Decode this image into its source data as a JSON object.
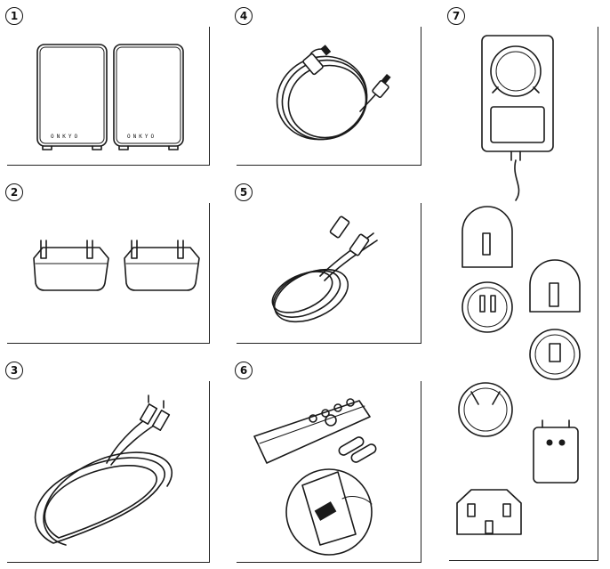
{
  "panels": [
    {
      "number": "1",
      "item": "speakers",
      "brand_text": "ONKYO"
    },
    {
      "number": "4",
      "item": "hdmi-cable"
    },
    {
      "number": "7",
      "item": "power-adapter-with-plugs"
    },
    {
      "number": "2",
      "item": "speaker-stands"
    },
    {
      "number": "5",
      "item": "usb-cable"
    },
    {
      "number": "3",
      "item": "rca-audio-cable"
    },
    {
      "number": "6",
      "item": "remote-control-and-batteries"
    }
  ]
}
